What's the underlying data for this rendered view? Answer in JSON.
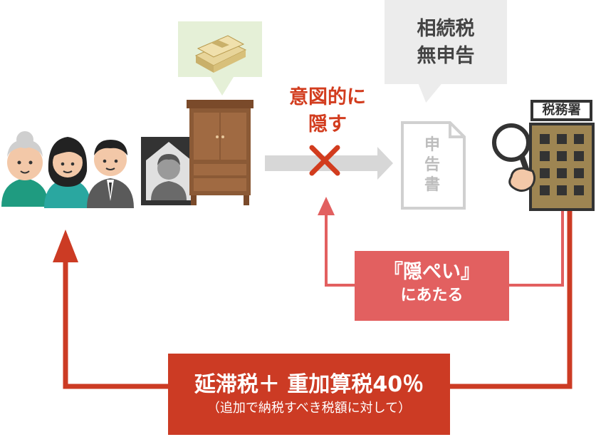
{
  "tax_return_bubble": {
    "line1": "相続税",
    "line2": "無申告"
  },
  "hide_label": {
    "line1": "意図的に",
    "line2": "隠す"
  },
  "concealment_box": {
    "line1": "『隠ぺい』",
    "line2": "にあたる"
  },
  "penalty_box": {
    "main": "延滞税＋ 重加算税40％",
    "sub": "（追加で納税すべき税額に対して）"
  },
  "tax_office_sign": "税務署",
  "document_label": {
    "c1": "申",
    "c2": "告",
    "c3": "書"
  },
  "colors": {
    "red_accent": "#cc3b24",
    "pink_box": "#e26060",
    "gray_bubble": "#ececec",
    "green_bubble": "#e5f0d7",
    "building_brown": "#9e8552"
  }
}
